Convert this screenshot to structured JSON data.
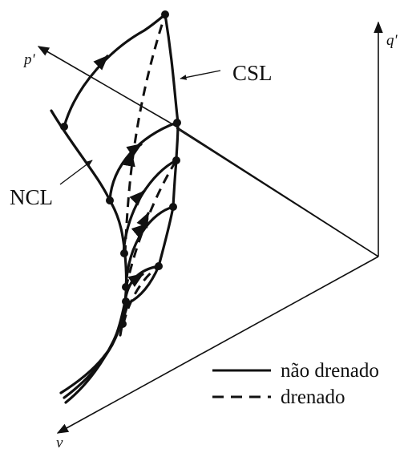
{
  "axes": {
    "p_prime": "p'",
    "q_prime": "q'",
    "v": "v"
  },
  "labels": {
    "csl": "CSL",
    "ncl": "NCL"
  },
  "legend": {
    "undrained": "não drenado",
    "drained": "drenado"
  }
}
